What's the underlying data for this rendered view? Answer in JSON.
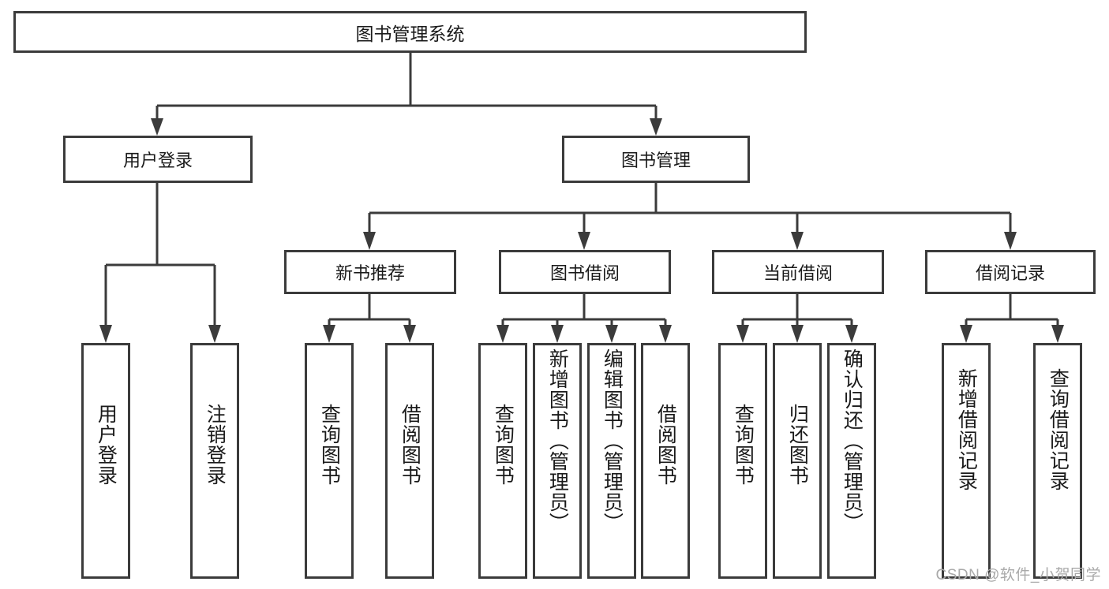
{
  "diagram": {
    "type": "tree",
    "title": "图书管理系统",
    "root": {
      "label": "图书管理系统"
    },
    "level2": [
      {
        "label": "用户登录"
      },
      {
        "label": "图书管理"
      }
    ],
    "level3": [
      {
        "label": "新书推荐"
      },
      {
        "label": "图书借阅"
      },
      {
        "label": "当前借阅"
      },
      {
        "label": "借阅记录"
      }
    ],
    "leaves": {
      "user_login": [
        {
          "label": "用户登录"
        },
        {
          "label": "注销登录"
        }
      ],
      "new_book_recommend": [
        {
          "label": "查询图书"
        },
        {
          "label": "借阅图书"
        }
      ],
      "book_borrow": [
        {
          "label": "查询图书"
        },
        {
          "label": "新增图书（管理员）"
        },
        {
          "label": "编辑图书（管理员）"
        },
        {
          "label": "借阅图书"
        }
      ],
      "current_borrow": [
        {
          "label": "查询图书"
        },
        {
          "label": "归还图书"
        },
        {
          "label": "确认归还（管理员）"
        }
      ],
      "borrow_record": [
        {
          "label": "新增借阅记录"
        },
        {
          "label": "查询借阅记录"
        }
      ]
    }
  },
  "watermark": {
    "text": "CSDN @软件_小贺同学"
  },
  "colors": {
    "stroke": "#3b3b3b",
    "text": "#1a1a1a",
    "background": "#ffffff",
    "watermark": "#a9a9a9"
  }
}
